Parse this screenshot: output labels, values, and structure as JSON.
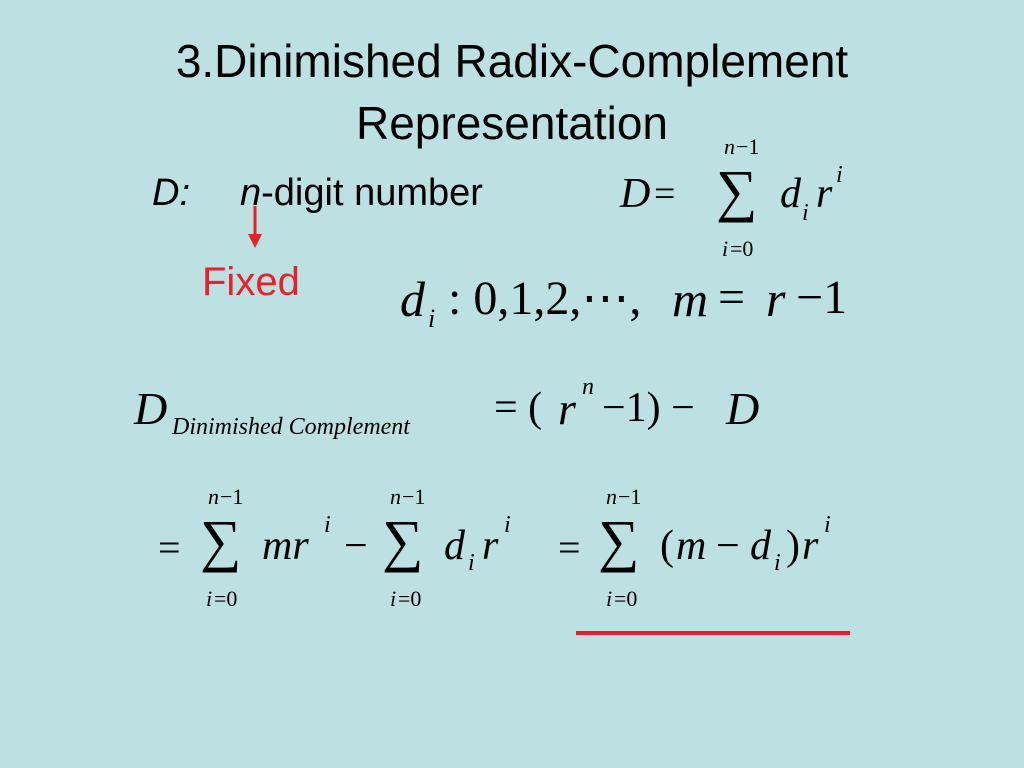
{
  "slide": {
    "title_line1": "3.Dinimished Radix-Complement",
    "title_line2": "Representation",
    "d_label": "D:",
    "n_var": "n",
    "n_suffix": "-digit number",
    "fixed_label": "Fixed",
    "subscript_label": "Dinimished Complement"
  },
  "colors": {
    "background": "#bde0e3",
    "accent_red": "#e8202a"
  }
}
